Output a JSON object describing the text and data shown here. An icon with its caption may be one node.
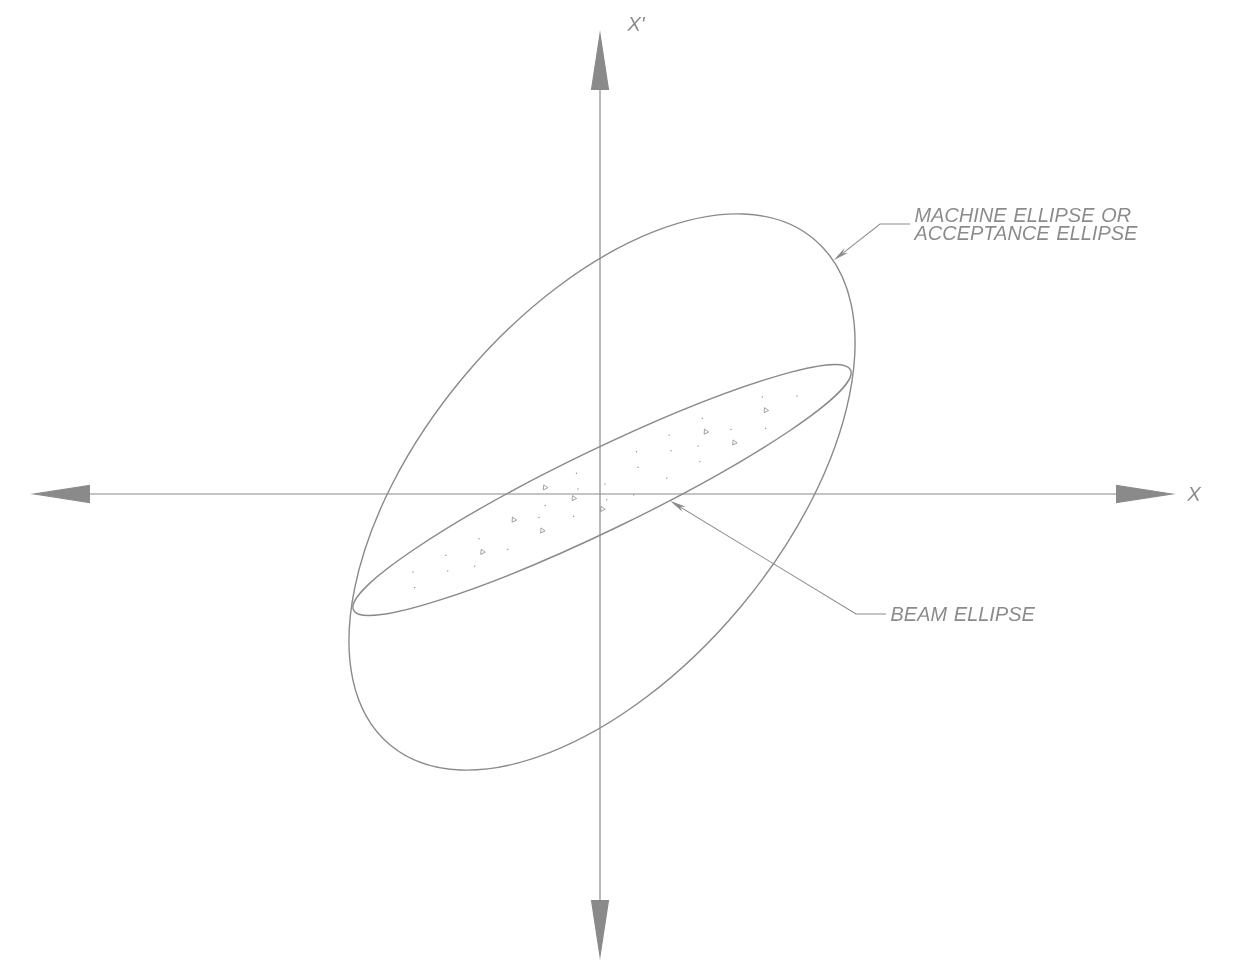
{
  "diagram": {
    "nodes": [
      {
        "text": [
          "MACHINE ELLIPSE OR ACCEPTANCE ELLIPSE"
        ]
      },
      {
        "text": [],
        "shape": "ellipse"
      },
      {
        "text": [
          "BEAM ELLIPSE"
        ]
      },
      {
        "text": [],
        "shape": "ellipse",
        "in": 1
      }
    ],
    "edges": [
      {
        "from": 0,
        "to": 1,
        "arrow": "to"
      },
      {
        "from": 2,
        "to": 3,
        "arrow": "to"
      }
    ],
    "labels": [
      "X'",
      "X"
    ]
  }
}
